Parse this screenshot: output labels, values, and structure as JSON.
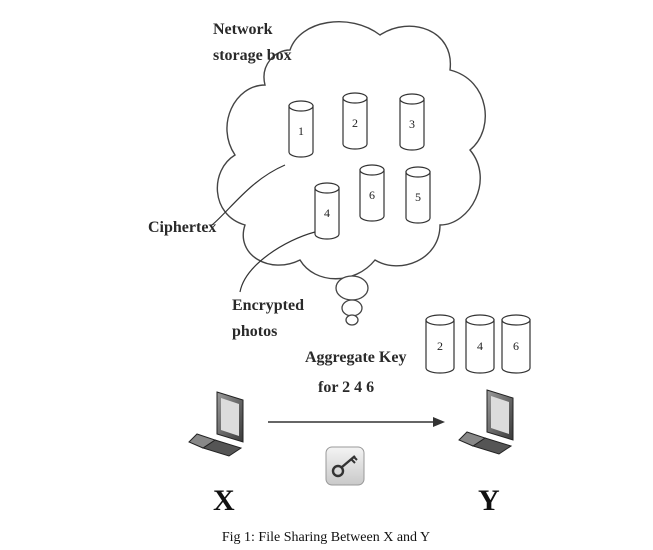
{
  "cloud_label_line1": "Network",
  "cloud_label_line2": "storage box",
  "ciphertext_label": "Ciphertex",
  "encrypted_label_line1": "Encrypted",
  "encrypted_label_line2": "photos",
  "aggregate_label_line1": "Aggregate Key",
  "aggregate_label_line2": "for 2 4 6",
  "cloud_cylinders": [
    "1",
    "2",
    "3",
    "4",
    "6",
    "5"
  ],
  "shared_cylinders": [
    "2",
    "4",
    "6"
  ],
  "sender_label": "X",
  "receiver_label": "Y",
  "caption": "Fig 1: File Sharing Between X and Y",
  "icons": {
    "computer": "computer-icon",
    "key": "key-icon",
    "arrow": "arrow-right-icon"
  }
}
